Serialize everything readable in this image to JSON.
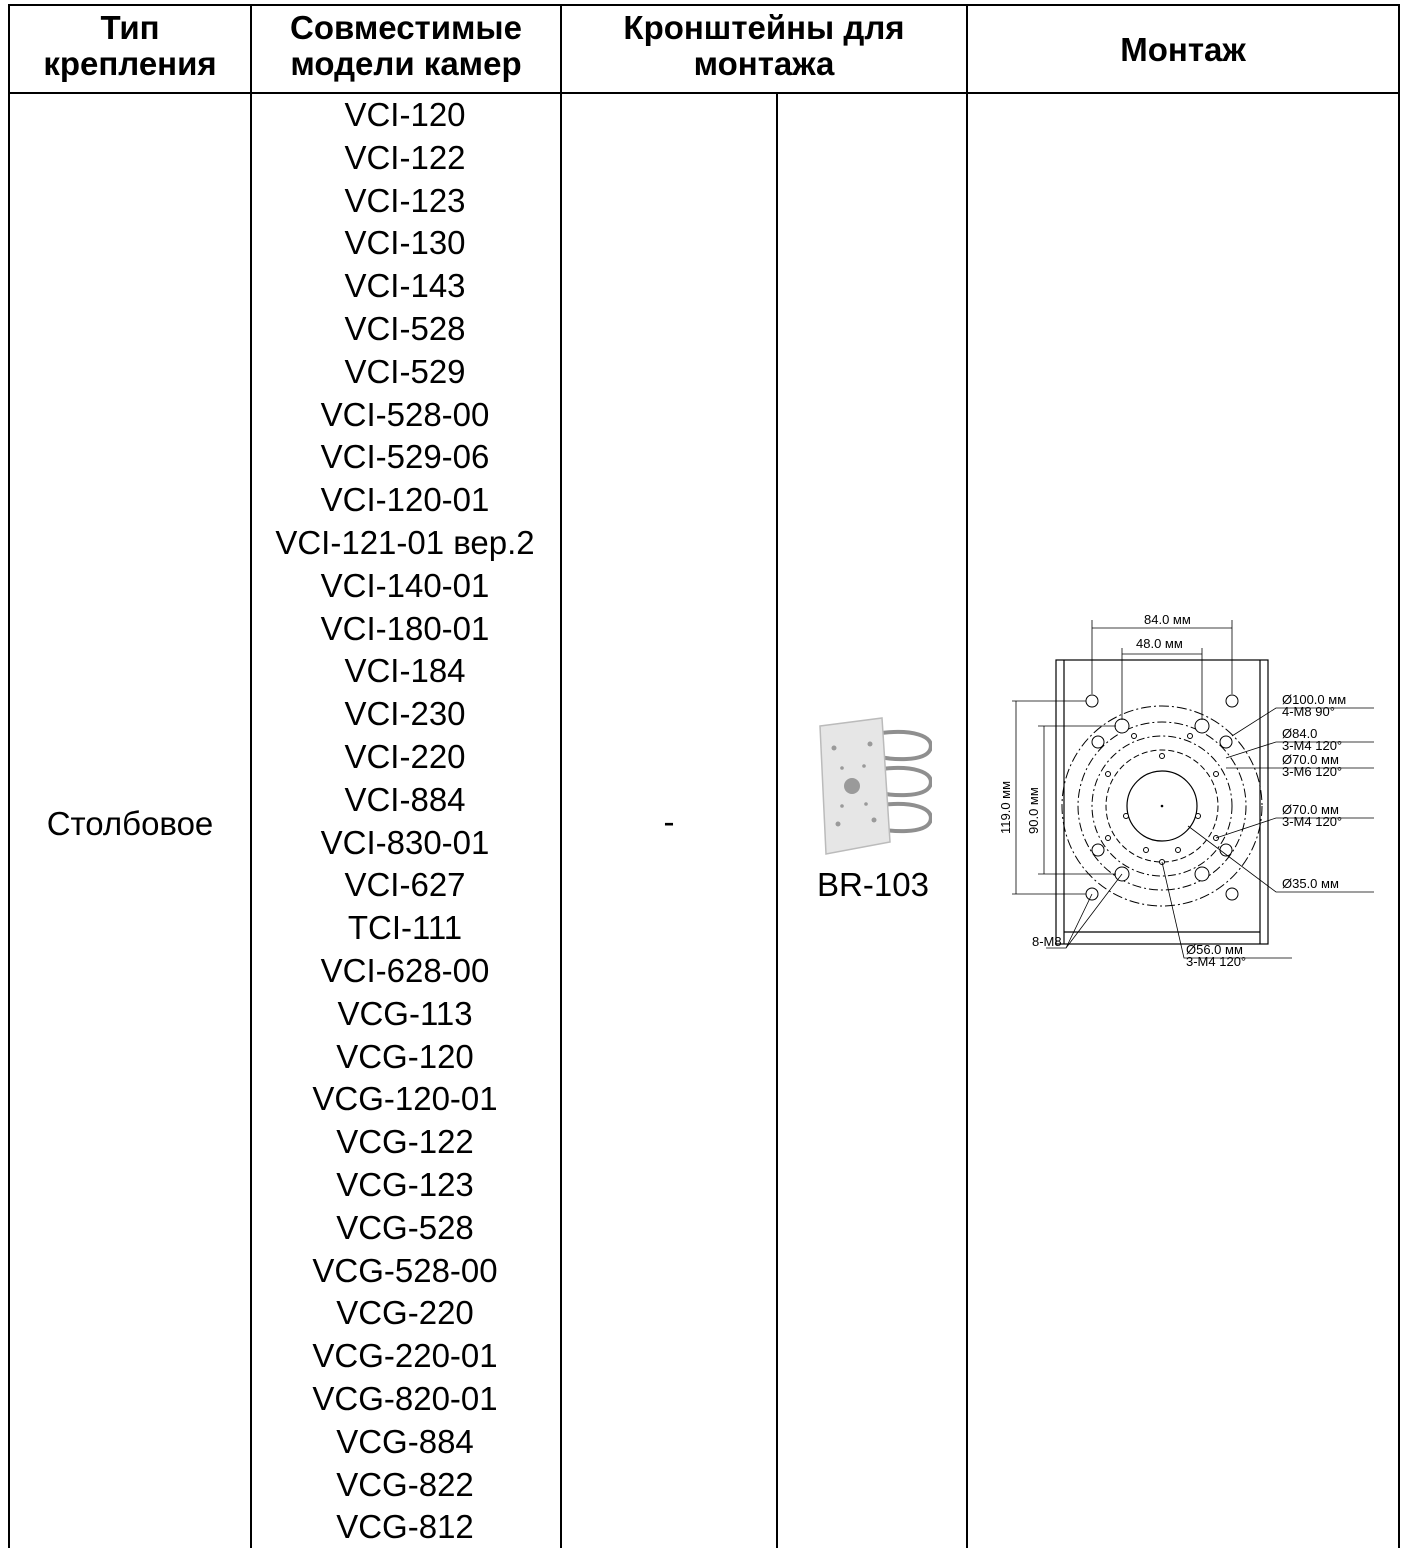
{
  "header": {
    "col1": [
      "Тип",
      "крепления"
    ],
    "col2": [
      "Совместимые",
      "модели камер"
    ],
    "col3": [
      "Кронштейны для",
      "монтажа"
    ],
    "col4": "Монтаж"
  },
  "row": {
    "mount_type": "Столбовое",
    "bracket_col_a": "-",
    "bracket_label": "BR-103",
    "models": [
      "VCI-120",
      "VCI-122",
      "VCI-123",
      "VCI-130",
      "VCI-143",
      "VCI-528",
      "VCI-529",
      "VCI-528-00",
      "VCI-529-06",
      "VCI-120-01",
      "VCI-121-01 вер.2",
      "VCI-140-01",
      "VCI-180-01",
      "VCI-184",
      "VCI-230",
      "VCI-220",
      "VCI-884",
      "VCI-830-01",
      "VCI-627",
      "TCI-111",
      "VCI-628-00",
      "VCG-113",
      "VCG-120",
      "VCG-120-01",
      "VCG-122",
      "VCG-123",
      "VCG-528",
      "VCG-528-00",
      "VCG-220",
      "VCG-220-01",
      "VCG-820-01",
      "VCG-884",
      "VCG-822",
      "VCG-812"
    ]
  },
  "drawing": {
    "dim_84": "84.0 мм",
    "dim_48": "48.0 мм",
    "dim_119": "119.0 мм",
    "dim_90": "90.0 мм",
    "c1a": "Ø100.0 мм",
    "c1b": "4-M8 90°",
    "c2a": "Ø84.0",
    "c2b": "3-M4 120°",
    "c3a": "Ø70.0 мм",
    "c3b": "3-M6 120°",
    "c4a": "Ø70.0 мм",
    "c4b": "3-M4 120°",
    "c5a": "Ø35.0 мм",
    "c6a": "Ø56.0 мм",
    "c6b": "3-M4 120°",
    "holes": "8-M8"
  }
}
